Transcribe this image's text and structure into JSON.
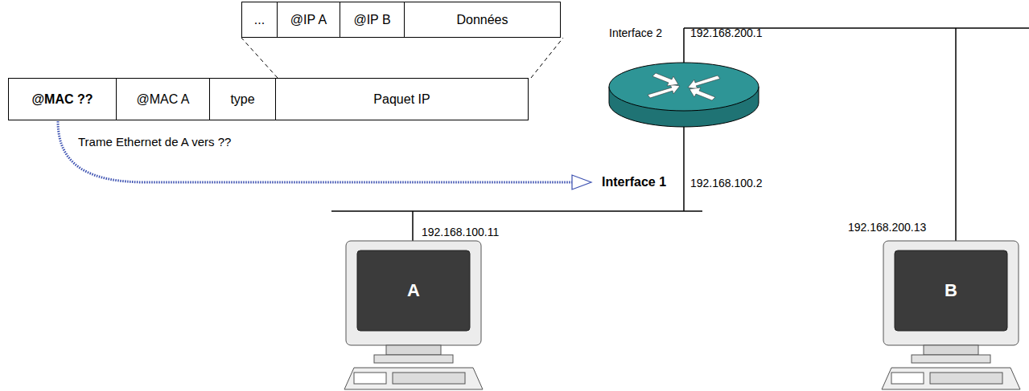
{
  "diagram": {
    "nodes": [
      {
        "text": [
          "..."
        ]
      },
      {
        "text": [
          "@IP A"
        ]
      },
      {
        "text": [
          "@IP B"
        ]
      },
      {
        "text": [
          "Données"
        ]
      },
      {
        "text": [
          "@MAC ??"
        ]
      },
      {
        "text": [
          "@MAC A"
        ]
      },
      {
        "text": [
          "type"
        ]
      },
      {
        "text": [
          "Paquet IP"
        ]
      },
      {
        "text": [
          "Interface 2",
          "192.168.200.1",
          "Interface 1",
          "192.168.100.2"
        ]
      },
      {
        "text": [
          "A",
          "192.168.100.11"
        ]
      },
      {
        "text": [
          "B",
          "192.168.200.13"
        ]
      }
    ],
    "edges": [
      {
        "from": 4,
        "to": 8,
        "arrow": "to"
      }
    ],
    "labels": [
      "Trame Ethernet de A vers ??"
    ]
  }
}
